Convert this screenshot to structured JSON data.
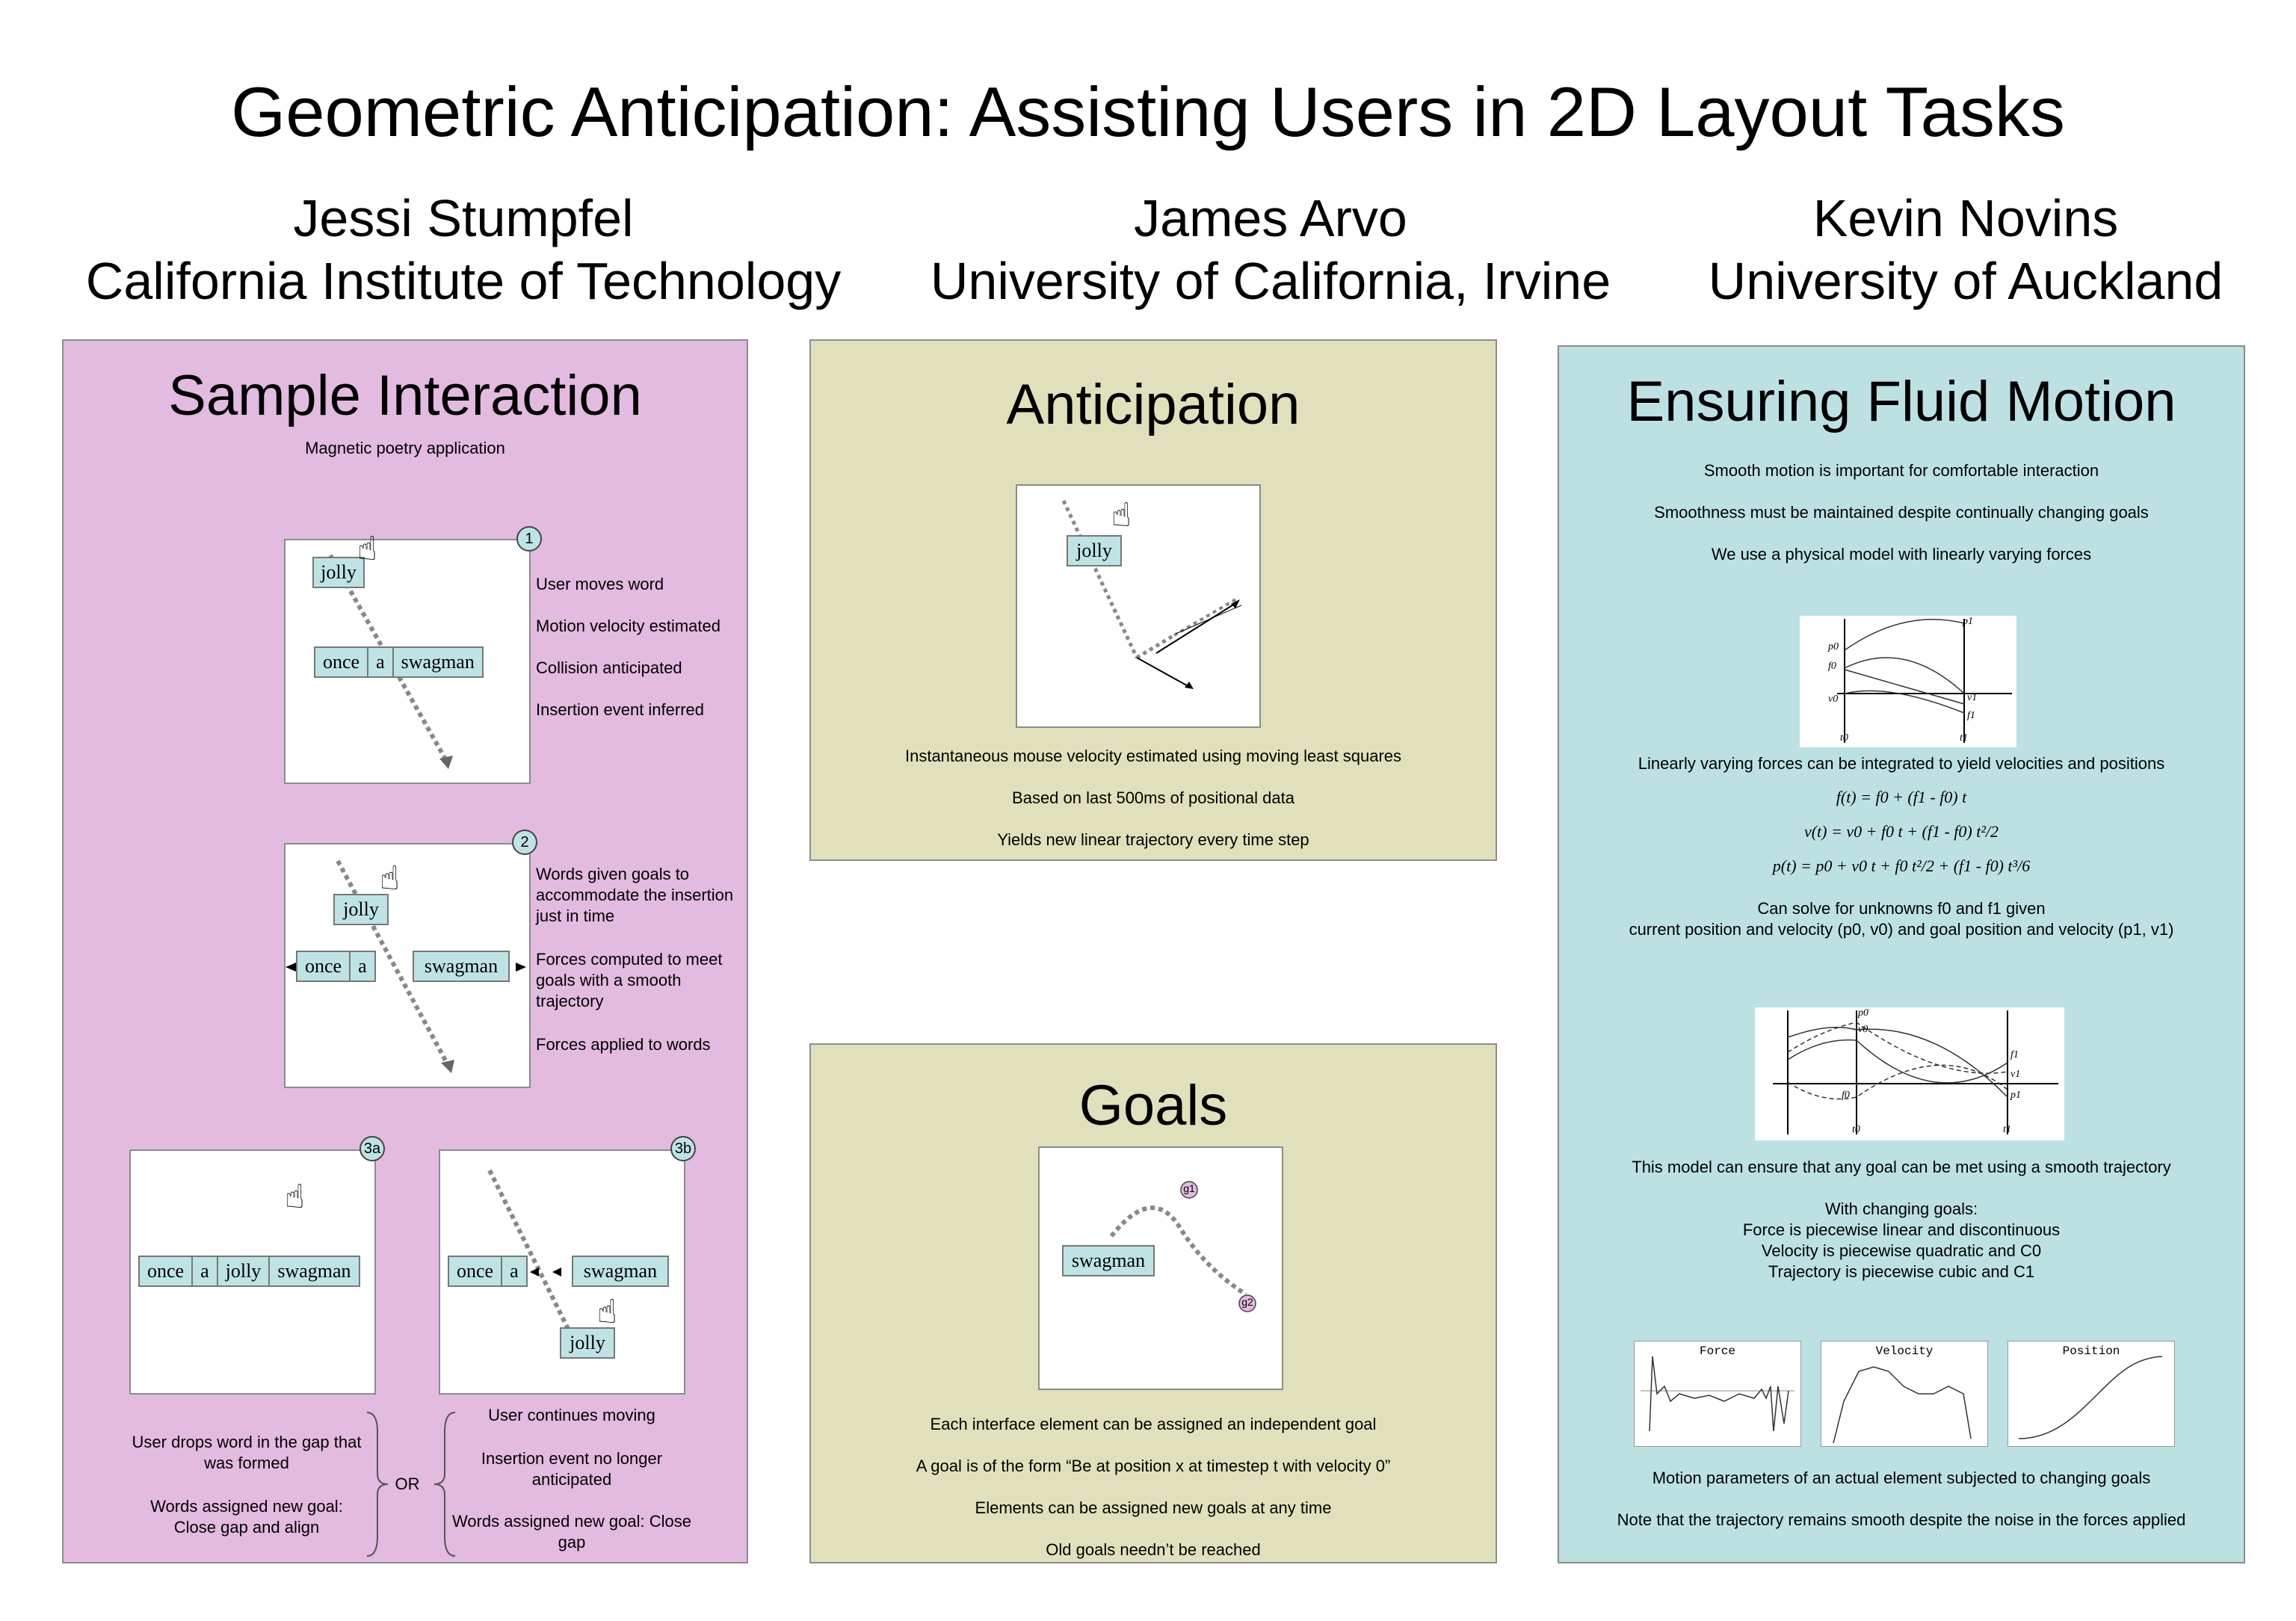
{
  "title": "Geometric Anticipation: Assisting Users in 2D Layout Tasks",
  "authors": [
    {
      "name": "Jessi Stumpfel",
      "affiliation": "California Institute of Technology"
    },
    {
      "name": "James Arvo",
      "affiliation": "University of California, Irvine"
    },
    {
      "name": "Kevin Novins",
      "affiliation": "University of Auckland"
    }
  ],
  "sample": {
    "title": "Sample Interaction",
    "subtitle": "Magnetic poetry application",
    "step1": {
      "badge": "1",
      "words": [
        "once",
        "a",
        "swagman"
      ],
      "moving": "jolly",
      "notes": [
        "User moves word",
        "Motion velocity estimated",
        "Collision anticipated",
        "Insertion event inferred"
      ]
    },
    "step2": {
      "badge": "2",
      "left_words": [
        "once",
        "a"
      ],
      "right_word": "swagman",
      "moving": "jolly",
      "notes": [
        "Words given goals to accommodate the insertion just in time",
        "Forces computed to meet goals with a smooth trajectory",
        "Forces applied to words"
      ]
    },
    "step3a": {
      "badge": "3a",
      "words": [
        "once",
        "a",
        "jolly",
        "swagman"
      ],
      "notes": [
        "User drops word in the gap that was formed",
        "Words assigned new goal: Close gap and align"
      ]
    },
    "step3b": {
      "badge": "3b",
      "left_words": [
        "once",
        "a"
      ],
      "right_word": "swagman",
      "moving": "jolly",
      "notes": [
        "User continues moving",
        "Insertion event no longer anticipated",
        "Words assigned new goal: Close gap"
      ]
    },
    "or": "OR"
  },
  "anticipation": {
    "title": "Anticipation",
    "word": "jolly",
    "notes": [
      "Instantaneous mouse velocity estimated using moving least squares",
      "Based on last 500ms of positional data",
      "Yields new linear trajectory every time step"
    ]
  },
  "goals": {
    "title": "Goals",
    "word": "swagman",
    "goal1": "g1",
    "goal2": "g2",
    "notes": [
      "Each interface element can be assigned an independent goal",
      "A goal is of the form “Be at position x at timestep t with velocity 0”",
      "Elements can be assigned new goals at any time",
      "Old goals needn’t be reached"
    ]
  },
  "fluid": {
    "title": "Ensuring Fluid Motion",
    "intro": [
      "Smooth motion is important for comfortable interaction",
      "Smoothness must be maintained despite continually changing goals",
      "We use a physical model with linearly varying forces"
    ],
    "integrate": "Linearly varying forces can be integrated to yield velocities and positions",
    "equations": [
      "f(t) = f0 + (f1 - f0) t",
      "v(t) = v0 + f0 t + (f1 - f0) t²/2",
      "p(t) = p0 + v0 t + f0 t²/2 + (f1 - f0) t³/6"
    ],
    "solve": [
      "Can solve for unknowns f0 and f1 given",
      "current position and velocity (p0, v0) and goal position and velocity (p1, v1)"
    ],
    "ensure": "This model can ensure that any goal can be met using a smooth trajectory",
    "changing": [
      "With changing goals:",
      "Force is piecewise linear and discontinuous",
      "Velocity is piecewise quadratic and C0",
      "Trajectory is piecewise cubic and C1"
    ],
    "plot_labels": [
      "Force",
      "Velocity",
      "Position"
    ],
    "outro": [
      "Motion parameters of an actual element subjected to changing goals",
      "Note that the trajectory remains smooth despite the noise in the forces applied"
    ],
    "graph1_labels": [
      "p1",
      "p0",
      "f0",
      "v0",
      "v1",
      "f1",
      "t0",
      "t1"
    ],
    "graph2_labels": [
      "p0",
      "v0",
      "f1",
      "v1",
      "p1",
      "f0",
      "t0",
      "t1"
    ]
  }
}
